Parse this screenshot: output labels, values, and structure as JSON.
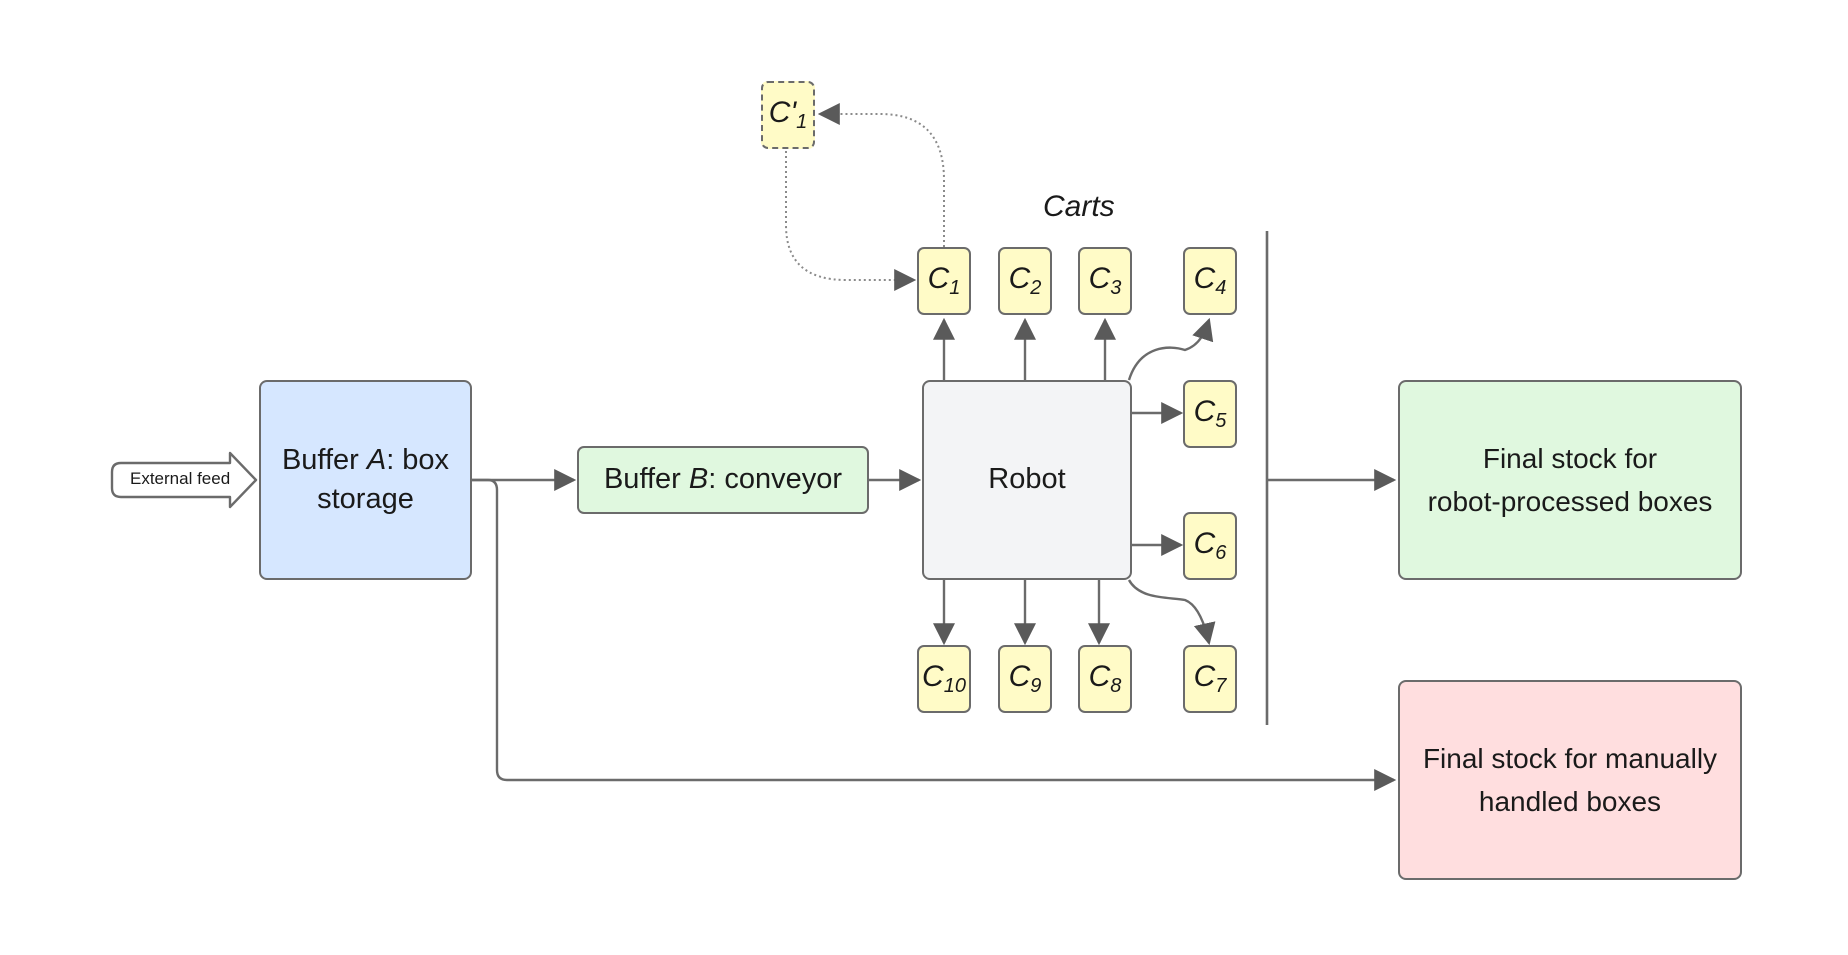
{
  "diagram": {
    "external_feed": "External feed",
    "buffer_a": {
      "prefix": "Buffer ",
      "letter": "A",
      "suffix": ": box",
      "line2": "storage"
    },
    "buffer_b": {
      "prefix": "Buffer ",
      "letter": "B",
      "suffix": ": conveyor"
    },
    "robot": "Robot",
    "carts_label": "Carts",
    "carts": [
      {
        "base": "C",
        "sub": "1"
      },
      {
        "base": "C",
        "sub": "2"
      },
      {
        "base": "C",
        "sub": "3"
      },
      {
        "base": "C",
        "sub": "4"
      },
      {
        "base": "C",
        "sub": "5"
      },
      {
        "base": "C",
        "sub": "6"
      },
      {
        "base": "C",
        "sub": "7"
      },
      {
        "base": "C",
        "sub": "8"
      },
      {
        "base": "C",
        "sub": "9"
      },
      {
        "base": "C",
        "sub": "10"
      }
    ],
    "spare_cart": {
      "base": "C'",
      "sub": "1"
    },
    "final_robot": {
      "line1": "Final stock for",
      "line2": "robot-processed boxes"
    },
    "final_manual": {
      "line1": "Final stock for manually",
      "line2": "handled boxes"
    }
  },
  "colors": {
    "buffer_a": "#d6e7ff",
    "buffer_b": "#e0f8df",
    "robot": "#f3f4f6",
    "cart": "#fffbc7",
    "final_robot": "#e0f8df",
    "final_manual": "#ffdedf",
    "stroke": "#6b6b6b"
  }
}
